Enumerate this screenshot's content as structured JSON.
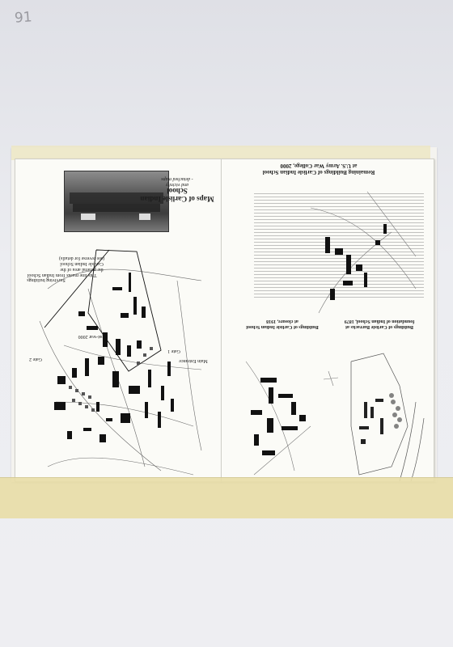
{
  "sheet": {
    "page_number": "91"
  },
  "left_page": {
    "title": "Maps of Carlisle Indian School",
    "subtitle_1": "and vicinity",
    "subtitle_2": "- detached maps",
    "photo_caption": "",
    "note_line_1": "This line marks",
    "note_line_2": "the general area of the",
    "note_line_3": "Carlisle Indian School",
    "note_line_4": "(see reverse for details)",
    "legend_1": "Surviving buildings",
    "legend_2": "from Indian School",
    "map_year_label": "Post-war 2000",
    "gate_label_1": "Gate 1",
    "gate_label_2": "Main Entrance",
    "gate_label_3": "Gate 2"
  },
  "right_page": {
    "title_line_1": "Remaining Buildings of Carlisle Indian School",
    "title_line_2": "at U.S. Army War College, 2000",
    "caption_left_1": "Buildings of Carlisle Indian School",
    "caption_left_2": "at closure, 1918",
    "caption_right_1": "Buildings of Carlisle Barracks at",
    "caption_right_2": "foundation of Indian School, 1879"
  },
  "colors": {
    "paper": "#fbfbf7",
    "tape": "#e8dda8",
    "ink": "#1c1c1c",
    "background": "#e9e9ee"
  }
}
